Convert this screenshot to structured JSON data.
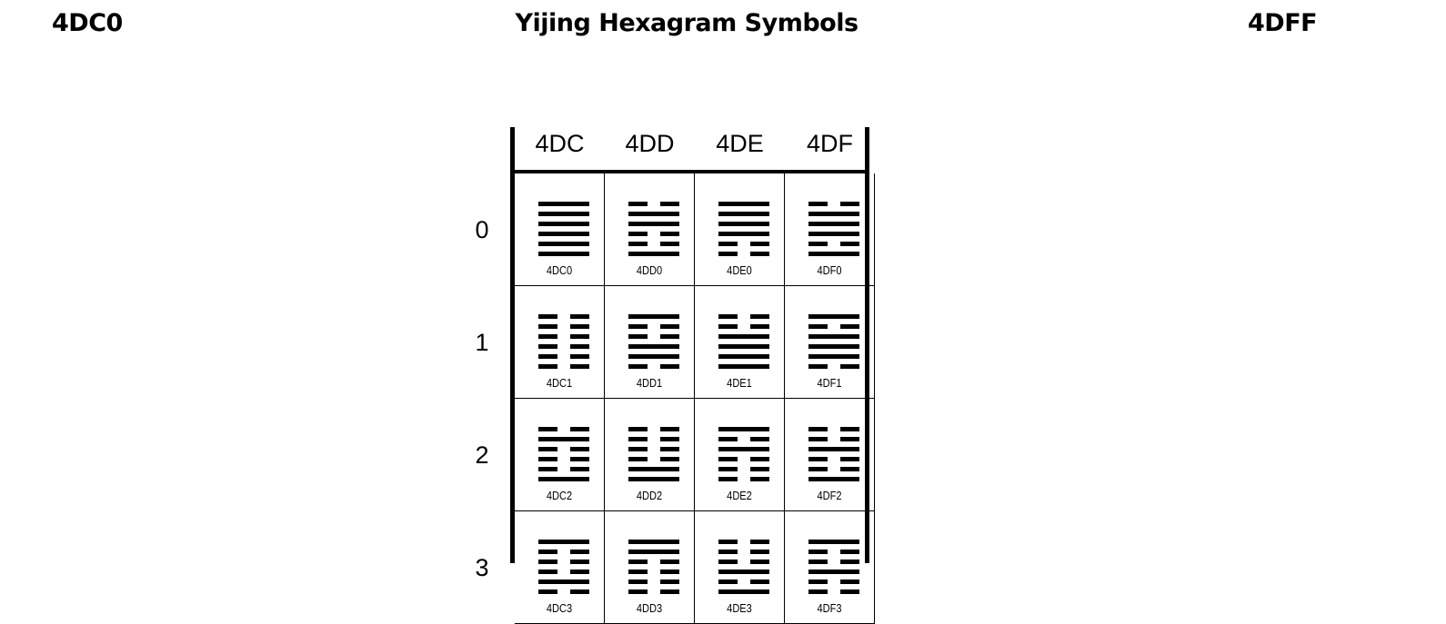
{
  "header": {
    "left": "4DC0",
    "title": "Yijing Hexagram Symbols",
    "right": "4DFF"
  },
  "columns": [
    "4DC",
    "4DD",
    "4DE",
    "4DF"
  ],
  "rows": [
    "0",
    "1",
    "2",
    "3"
  ],
  "cells": [
    [
      {
        "code": "4DC0",
        "lines": "111111"
      },
      {
        "code": "4DD0",
        "lines": "011001"
      },
      {
        "code": "4DE0",
        "lines": "111100"
      },
      {
        "code": "4DF0",
        "lines": "011101"
      }
    ],
    [
      {
        "code": "4DC1",
        "lines": "000000"
      },
      {
        "code": "4DD1",
        "lines": "100110"
      },
      {
        "code": "4DE1",
        "lines": "001111"
      },
      {
        "code": "4DF1",
        "lines": "101110"
      }
    ],
    [
      {
        "code": "4DC2",
        "lines": "010001"
      },
      {
        "code": "4DD2",
        "lines": "000011"
      },
      {
        "code": "4DE2",
        "lines": "101000"
      },
      {
        "code": "4DF2",
        "lines": "001001"
      }
    ],
    [
      {
        "code": "4DC3",
        "lines": "100010"
      },
      {
        "code": "4DD3",
        "lines": "110000"
      },
      {
        "code": "4DE3",
        "lines": "000101"
      },
      {
        "code": "4DF3",
        "lines": "100100"
      }
    ]
  ]
}
